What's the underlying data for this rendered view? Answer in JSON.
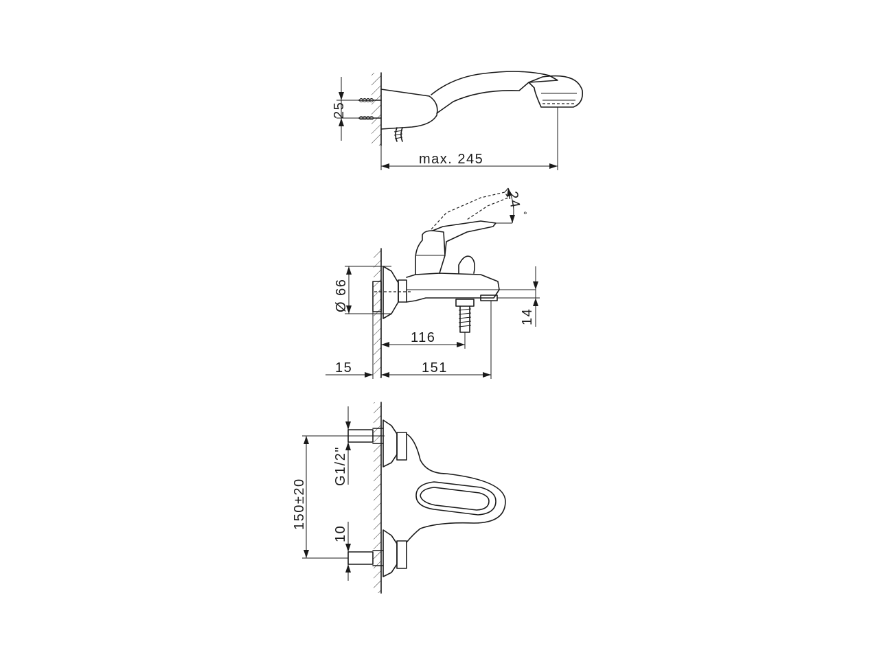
{
  "dimensions": {
    "shower_offset": "25",
    "shower_length": "max. 245",
    "lever_angle": "24",
    "lever_angle_unit": "°",
    "flange_diameter": "Ø 66",
    "outlet_height": "14",
    "spout_inner_reach": "116",
    "wall_offset": "15",
    "spout_reach": "151",
    "connection_thread": "G1/2\"",
    "center_distance": "150±20",
    "eccentric_offset": "10"
  }
}
